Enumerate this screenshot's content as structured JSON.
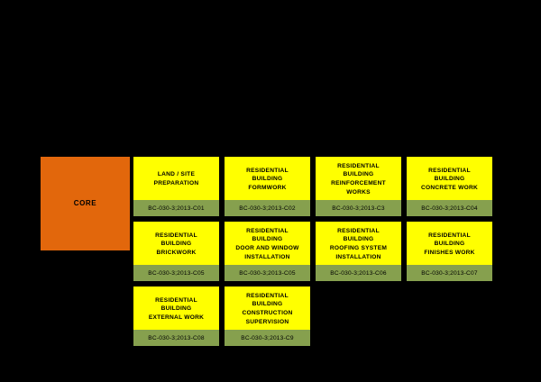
{
  "diagram": {
    "background_color": "#000000",
    "core": {
      "label": "CORE",
      "color": "#E2670C"
    },
    "card_colors": {
      "title_background": "#FFFF00",
      "code_background": "#86A04E",
      "text": "#000000"
    },
    "nodes": [
      {
        "title": "LAND / SITE\nPREPARATION",
        "code": "BC-030-3;2013-C01"
      },
      {
        "title": "RESIDENTIAL\nBUILDING\nFORMWORK",
        "code": "BC-030-3;2013-C02"
      },
      {
        "title": "RESIDENTIAL\nBUILDING\nREINFORCEMENT\nWORKS",
        "code": "BC-030-3;2013-C3"
      },
      {
        "title": "RESIDENTIAL\nBUILDING\nCONCRETE WORK",
        "code": "BC-030-3;2013-C04"
      },
      {
        "title": "RESIDENTIAL\nBUILDING\nBRICKWORK",
        "code": "BC-030-3;2013-C05"
      },
      {
        "title": "RESIDENTIAL\nBUILDING\nDOOR AND WINDOW\nINSTALLATION",
        "code": "BC-030-3;2013-C05"
      },
      {
        "title": "RESIDENTIAL\nBUILDING\nROOFING SYSTEM\nINSTALLATION",
        "code": "BC-030-3;2013-C06"
      },
      {
        "title": "RESIDENTIAL\nBUILDING\nFINISHES WORK",
        "code": "BC-030-3;2013-C07"
      },
      {
        "title": "RESIDENTIAL\nBUILDING\nEXTERNAL WORK",
        "code": "BC-030-3;2013-C08"
      },
      {
        "title": "RESIDENTIAL\nBUILDING\nCONSTRUCTION\nSUPERVISION",
        "code": "BC-030-3;2013-C9"
      }
    ]
  }
}
